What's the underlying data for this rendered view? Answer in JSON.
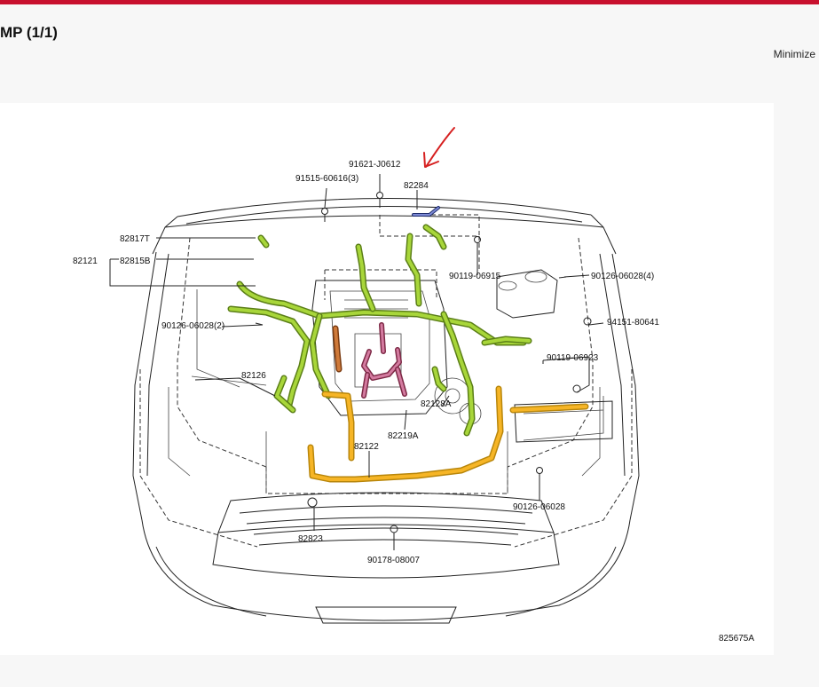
{
  "header": {
    "title": "MP (1/1)",
    "minimize_label": "Minimize"
  },
  "colors": {
    "accent_rule": "#c8102e",
    "harness_green": "#a8d63a",
    "harness_orange": "#f6b526",
    "harness_pink": "#d47ba0",
    "harness_brown": "#cf7a3a",
    "harness_blue": "#7d8ad6",
    "markup_arrow": "#d62020"
  },
  "diagram": {
    "figure_id": "825675A",
    "part_labels": {
      "p91621": "91621-J0612",
      "p91515": "91515-60616(3)",
      "p82284": "82284",
      "p82817": "82817T",
      "p82121": "82121",
      "p82815": "82815B",
      "p90119a": "90119-06915",
      "p90126a": "90126-06028(4)",
      "p90126b": "90126-06028(2)",
      "p94151": "94151-80641",
      "p90119b": "90119-06923",
      "p82126": "82126",
      "p82128": "82128A",
      "p82219": "82219A",
      "p82122": "82122",
      "p90126c": "90126-06028",
      "p82823": "82823",
      "p90178": "90178-08007"
    }
  }
}
